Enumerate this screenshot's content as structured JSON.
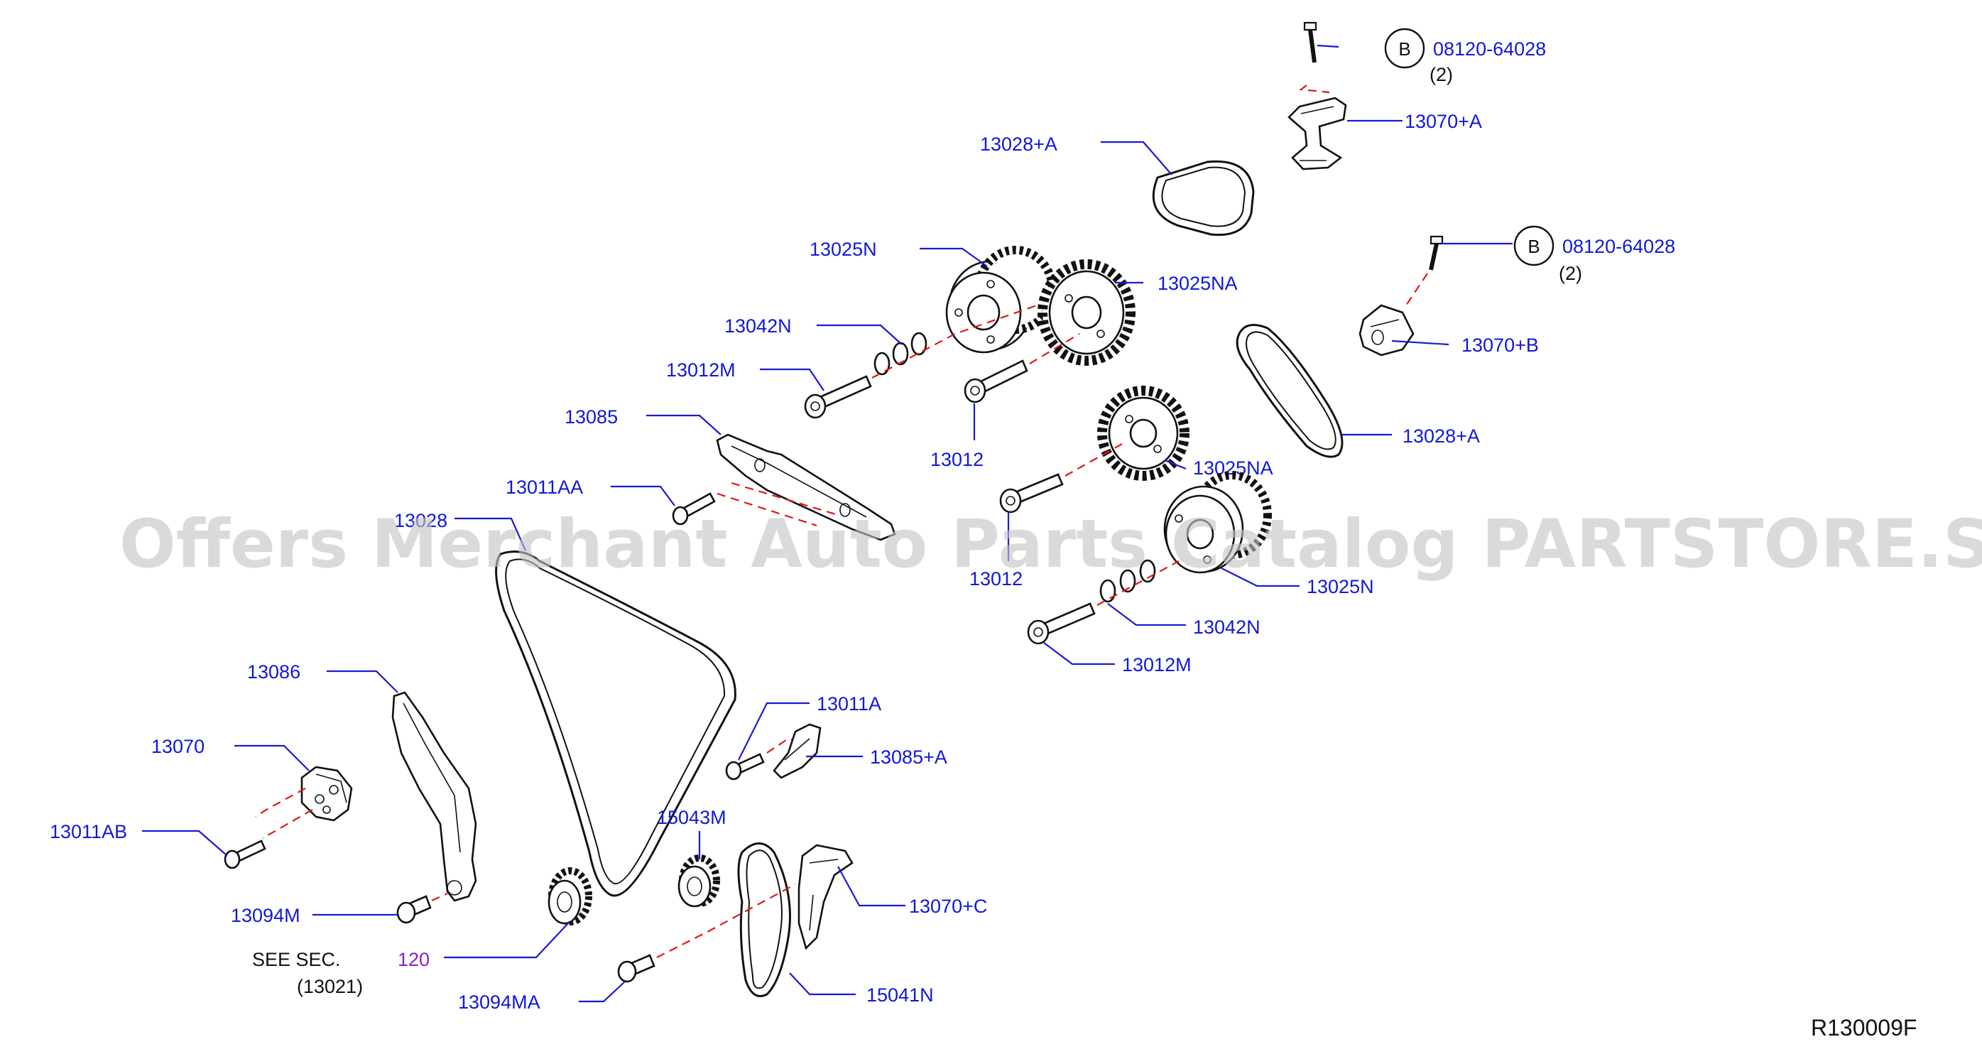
{
  "watermark": "Offers Merchant Auto Parts Catalog PARTSTORE.SA",
  "diagram_code": "R130009F",
  "bolt_callouts": [
    {
      "letter": "B",
      "part": "08120-64028",
      "qty": "(2)"
    },
    {
      "letter": "B",
      "part": "08120-64028",
      "qty": "(2)"
    }
  ],
  "see_section": {
    "line1": "SEE   SEC.",
    "sec": "120",
    "line2": "(13021)"
  },
  "labels": {
    "p13070A": "13070+A",
    "p13028A_top": "13028+A",
    "p13025N_top": "13025N",
    "p13025NA_top": "13025NA",
    "p13042N_top": "13042N",
    "p13012M_top": "13012M",
    "p13012_top": "13012",
    "p13070B": "13070+B",
    "p13028A_right": "13028+A",
    "p13085": "13085",
    "p13025NA_mid": "13025NA",
    "p13011AA": "13011AA",
    "p13028": "13028",
    "p13012_mid": "13012",
    "p13025N_bot": "13025N",
    "p13042N_bot": "13042N",
    "p13012M_bot": "13012M",
    "p13086": "13086",
    "p13011A": "13011A",
    "p13070": "13070",
    "p13085A": "13085+A",
    "p13011AB": "13011AB",
    "p15043M": "15043M",
    "p13094M": "13094M",
    "p13070C": "13070+C",
    "p13094MA": "13094MA",
    "p15041N": "15041N"
  },
  "colors": {
    "label_blue": "#1018d8",
    "leader_blue": "#1a1ad0",
    "phantom_red": "#e01818",
    "section_purple": "#8a20c8"
  }
}
